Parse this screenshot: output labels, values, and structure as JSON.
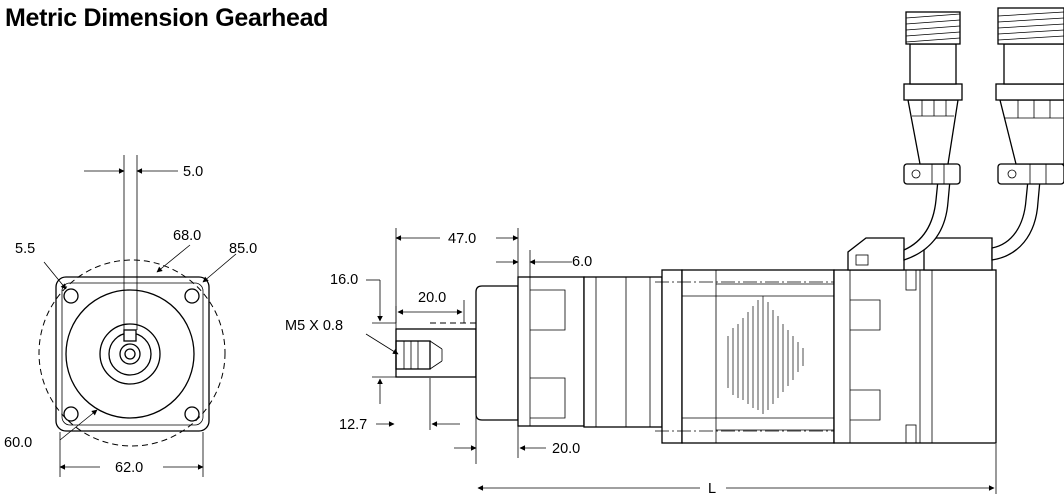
{
  "title": "Metric Dimension Gearhead",
  "front_view": {
    "key_width": "5.0",
    "hole_dia": "5.5",
    "bolt_circle_inner": "68.0",
    "bolt_circle_outer": "85.0",
    "pilot_dia": "60.0",
    "square": "62.0"
  },
  "side_view": {
    "shaft_length": "47.0",
    "flange_thickness": "6.0",
    "tap_depth_ref": "16.0",
    "key_length": "20.0",
    "thread": "M5 X 0.8",
    "shaft_dia": "12.7",
    "pilot_length": "20.0",
    "overall_length": "L"
  }
}
